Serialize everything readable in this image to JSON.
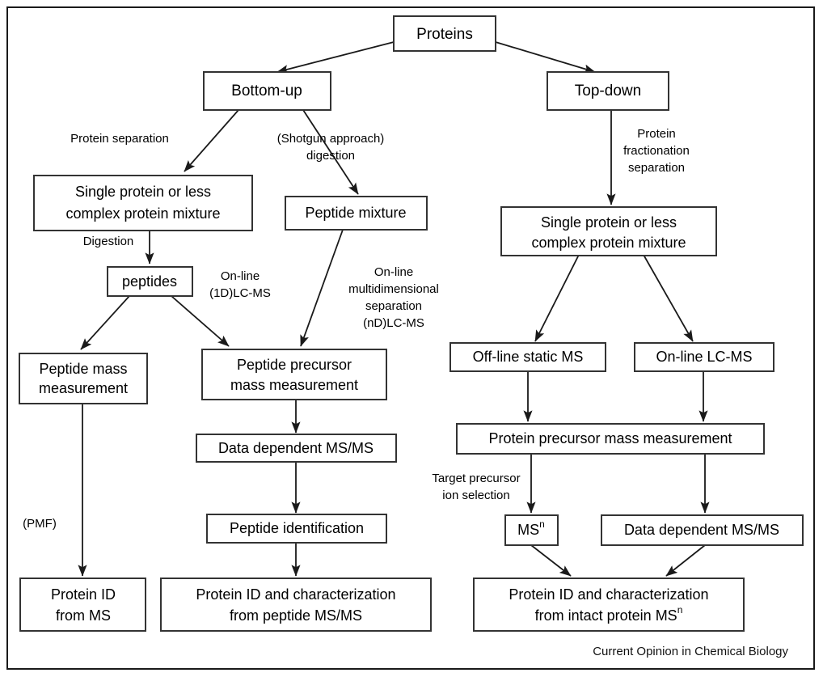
{
  "figure": {
    "credit": "Current Opinion in Chemical Biology",
    "colors": {
      "background": "#ffffff",
      "box_stroke": "#333333",
      "edge_stroke": "#1a1a1a",
      "frame": "#1a1a1a",
      "text": "#000000"
    }
  },
  "chart_data": {
    "type": "diagram",
    "title": "Proteins",
    "nodes": [
      {
        "id": "proteins",
        "label": "Proteins"
      },
      {
        "id": "bottom-up",
        "label": "Bottom-up"
      },
      {
        "id": "top-down",
        "label": "Top-down"
      },
      {
        "id": "single-protein-l",
        "label_line1": "Single protein or less",
        "label_line2": "complex protein mixture"
      },
      {
        "id": "peptide-mixture",
        "label": "Peptide mixture"
      },
      {
        "id": "single-protein-r",
        "label_line1": "Single protein or less",
        "label_line2": "complex protein mixture"
      },
      {
        "id": "peptides",
        "label": "peptides"
      },
      {
        "id": "offline-static-ms",
        "label": "Off-line static MS"
      },
      {
        "id": "online-lc-ms",
        "label": "On-line LC-MS"
      },
      {
        "id": "peptide-mass",
        "label_line1": "Peptide mass",
        "label_line2": "measurement"
      },
      {
        "id": "peptide-precursor",
        "label_line1": "Peptide precursor",
        "label_line2": "mass measurement"
      },
      {
        "id": "protein-precursor",
        "label": "Protein precursor mass measurement"
      },
      {
        "id": "dd-msms-left",
        "label": "Data dependent MS/MS"
      },
      {
        "id": "msn",
        "label": "MS",
        "sup": "n"
      },
      {
        "id": "dd-msms-right",
        "label": "Data dependent MS/MS"
      },
      {
        "id": "peptide-id",
        "label": "Peptide identification"
      },
      {
        "id": "protein-id-ms",
        "label_line1": "Protein ID",
        "label_line2": "from MS"
      },
      {
        "id": "protein-id-pep",
        "label_line1": "Protein ID and characterization",
        "label_line2": "from peptide MS/MS"
      },
      {
        "id": "protein-id-intact",
        "label_line1": "Protein ID and characterization",
        "label_line2": "from  intact protein MS",
        "sup": "n"
      }
    ],
    "edge_labels": [
      {
        "id": "protein-separation",
        "text": "Protein separation"
      },
      {
        "id": "shotgun-digestion",
        "line1": "(Shotgun approach)",
        "line2": "digestion"
      },
      {
        "id": "protein-fractionation",
        "line1": "Protein",
        "line2": "fractionation",
        "line3": "separation"
      },
      {
        "id": "digestion",
        "text": "Digestion"
      },
      {
        "id": "online-1d-lcms",
        "line1": "On-line",
        "line2": "(1D)LC-MS"
      },
      {
        "id": "online-nd-lcms",
        "line1": "On-line",
        "line2": "multidimensional",
        "line3": "separation",
        "line4": "(nD)LC-MS"
      },
      {
        "id": "target-precursor",
        "line1": "Target precursor",
        "line2": "ion selection"
      },
      {
        "id": "pmf",
        "text": "(PMF)"
      }
    ],
    "edges": [
      {
        "from": "proteins",
        "to": "bottom-up"
      },
      {
        "from": "proteins",
        "to": "top-down"
      },
      {
        "from": "bottom-up",
        "to": "single-protein-l",
        "label": "protein-separation"
      },
      {
        "from": "bottom-up",
        "to": "peptide-mixture",
        "label": "shotgun-digestion"
      },
      {
        "from": "top-down",
        "to": "single-protein-r",
        "label": "protein-fractionation"
      },
      {
        "from": "single-protein-l",
        "to": "peptides",
        "label": "digestion"
      },
      {
        "from": "peptides",
        "to": "peptide-mass"
      },
      {
        "from": "peptides",
        "to": "peptide-precursor",
        "label": "online-1d-lcms"
      },
      {
        "from": "peptide-mixture",
        "to": "peptide-precursor",
        "label": "online-nd-lcms"
      },
      {
        "from": "single-protein-r",
        "to": "offline-static-ms"
      },
      {
        "from": "single-protein-r",
        "to": "online-lc-ms"
      },
      {
        "from": "offline-static-ms",
        "to": "protein-precursor"
      },
      {
        "from": "online-lc-ms",
        "to": "protein-precursor"
      },
      {
        "from": "peptide-mass",
        "to": "protein-id-ms",
        "label": "pmf"
      },
      {
        "from": "peptide-precursor",
        "to": "dd-msms-left"
      },
      {
        "from": "dd-msms-left",
        "to": "peptide-id"
      },
      {
        "from": "peptide-id",
        "to": "protein-id-pep"
      },
      {
        "from": "protein-precursor",
        "to": "msn",
        "label": "target-precursor"
      },
      {
        "from": "protein-precursor",
        "to": "dd-msms-right"
      },
      {
        "from": "msn",
        "to": "protein-id-intact"
      },
      {
        "from": "dd-msms-right",
        "to": "protein-id-intact"
      }
    ]
  }
}
